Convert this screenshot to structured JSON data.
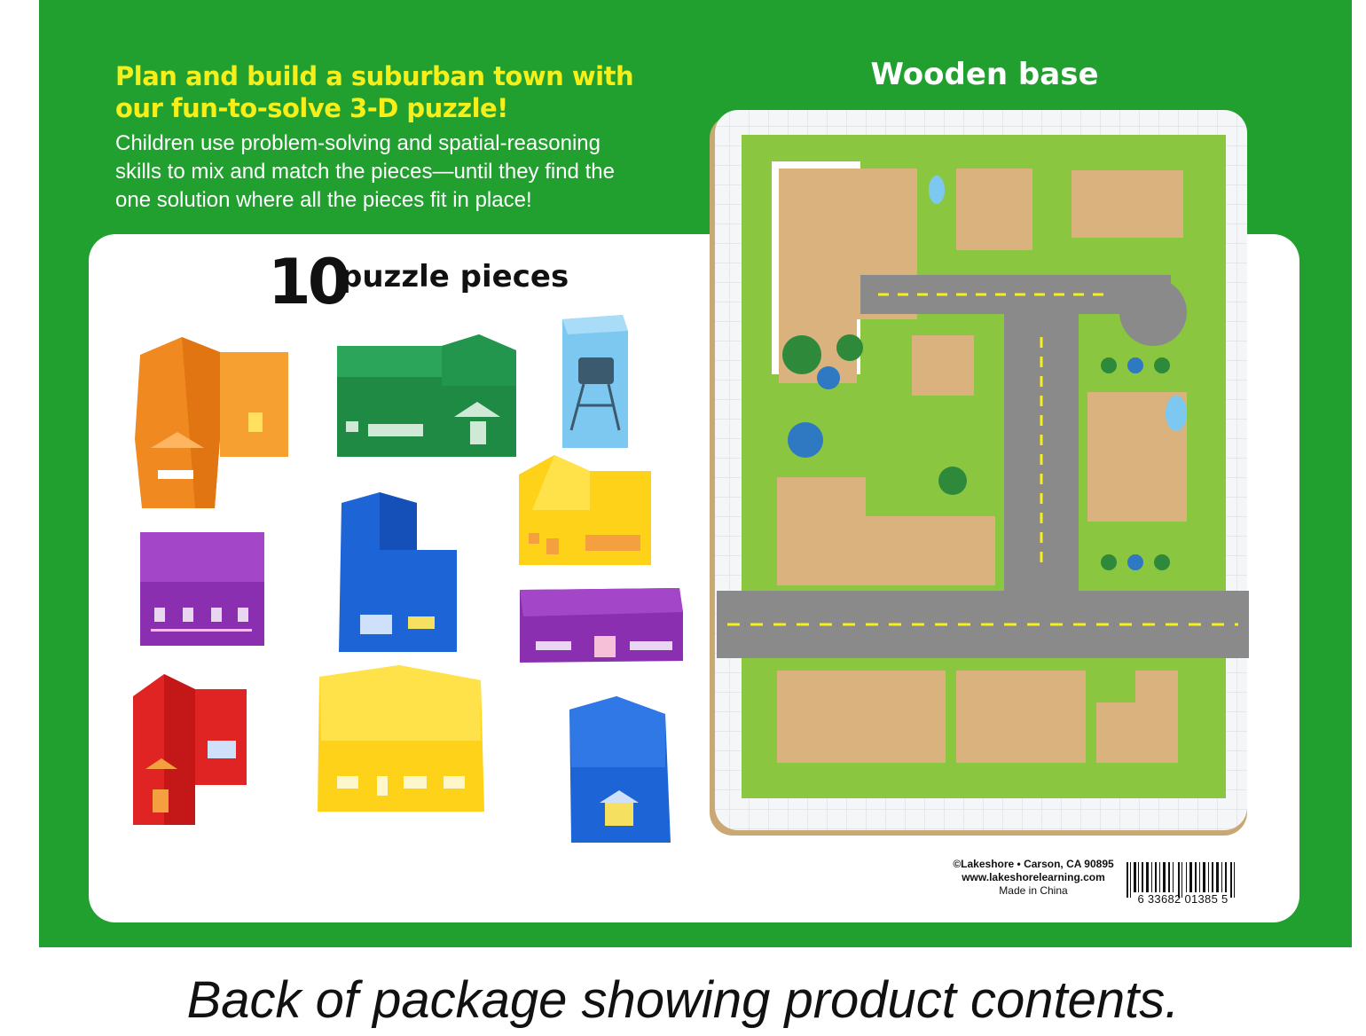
{
  "colors": {
    "panel_green": "#21a02f",
    "headline_yellow": "#f6ef1a",
    "card_white": "#ffffff",
    "grass": "#8ac63f",
    "road": "#8a8a8a",
    "wood": "#d9b27e"
  },
  "headline": {
    "line1": "Plan and build a suburban town with",
    "line2": "our fun-to-solve 3-D puzzle!"
  },
  "description": {
    "line1": "Children use problem-solving and spatial-reasoning",
    "line2": "skills to mix and match the pieces—until they find the",
    "line3": "one solution where all the pieces fit in place!"
  },
  "pieces_section": {
    "count": "10",
    "label": "puzzle pieces"
  },
  "board_section": {
    "title": "Wooden base"
  },
  "legal": {
    "line1": "©Lakeshore • Carson, CA 90895",
    "line2": "www.lakeshorelearning.com",
    "line3": "Made in China"
  },
  "barcode": {
    "left_digit": "6",
    "number": "33682 01385",
    "right_digit": "5"
  },
  "caption": "Back of package showing product contents."
}
